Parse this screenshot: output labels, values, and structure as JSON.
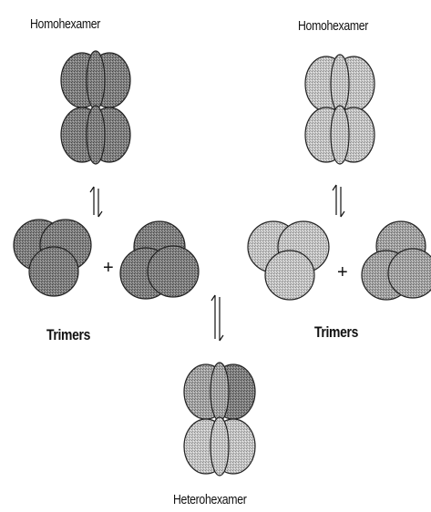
{
  "labels": {
    "homohexamer_left": "Homohexamer",
    "homohexamer_right": "Homohexamer",
    "trimers_left": "Trimers",
    "trimers_right": "Trimers",
    "heterohexamer": "Heterohexamer"
  },
  "plus_sign": "+",
  "colors": {
    "dark_subunit": "#8c8c8c",
    "light_subunit": "#c8c8c8",
    "outline": "#222222",
    "background": "#ffffff"
  }
}
